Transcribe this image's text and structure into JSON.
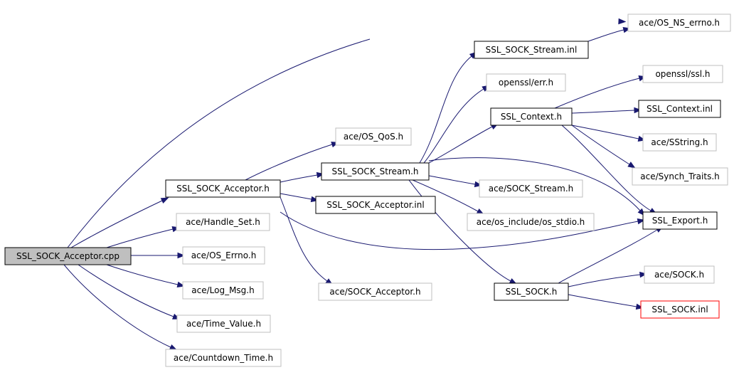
{
  "colors": {
    "edge": "#191970",
    "root_fill": "#bfbfbf",
    "border_documented": "#000000",
    "border_external": "#bfbfbf",
    "border_highlight": "#ff0000"
  },
  "nodes": [
    {
      "id": "ssl-sock-acceptor-cpp",
      "label": "SSL_SOCK_Acceptor.cpp",
      "style": "root"
    },
    {
      "id": "ace-os-ns-errno-h",
      "label": "ace/OS_NS_errno.h",
      "style": "external"
    },
    {
      "id": "ssl-sock-acceptor-h",
      "label": "SSL_SOCK_Acceptor.h",
      "style": "documented"
    },
    {
      "id": "ace-handle-set-h",
      "label": "ace/Handle_Set.h",
      "style": "external"
    },
    {
      "id": "ace-os-errno-h",
      "label": "ace/OS_Errno.h",
      "style": "external"
    },
    {
      "id": "ace-log-msg-h",
      "label": "ace/Log_Msg.h",
      "style": "external"
    },
    {
      "id": "ace-time-value-h",
      "label": "ace/Time_Value.h",
      "style": "external"
    },
    {
      "id": "ace-countdown-time-h",
      "label": "ace/Countdown_Time.h",
      "style": "external"
    },
    {
      "id": "ace-os-qos-h",
      "label": "ace/OS_QoS.h",
      "style": "external"
    },
    {
      "id": "ssl-sock-stream-h",
      "label": "SSL_SOCK_Stream.h",
      "style": "documented"
    },
    {
      "id": "ssl-sock-acceptor-inl",
      "label": "SSL_SOCK_Acceptor.inl",
      "style": "documented"
    },
    {
      "id": "ace-sock-acceptor-h",
      "label": "ace/SOCK_Acceptor.h",
      "style": "external"
    },
    {
      "id": "ssl-sock-stream-inl",
      "label": "SSL_SOCK_Stream.inl",
      "style": "documented"
    },
    {
      "id": "openssl-err-h",
      "label": "openssl/err.h",
      "style": "external"
    },
    {
      "id": "ssl-context-h",
      "label": "SSL_Context.h",
      "style": "documented"
    },
    {
      "id": "ace-sock-stream-h",
      "label": "ace/SOCK_Stream.h",
      "style": "external"
    },
    {
      "id": "ace-os-include-os-stdio-h",
      "label": "ace/os_include/os_stdio.h",
      "style": "external"
    },
    {
      "id": "ssl-sock-h",
      "label": "SSL_SOCK.h",
      "style": "documented"
    },
    {
      "id": "openssl-ssl-h",
      "label": "openssl/ssl.h",
      "style": "external"
    },
    {
      "id": "ssl-context-inl",
      "label": "SSL_Context.inl",
      "style": "documented"
    },
    {
      "id": "ace-sstring-h",
      "label": "ace/SString.h",
      "style": "external"
    },
    {
      "id": "ace-synch-traits-h",
      "label": "ace/Synch_Traits.h",
      "style": "external"
    },
    {
      "id": "ssl-export-h",
      "label": "SSL_Export.h",
      "style": "documented"
    },
    {
      "id": "ace-sock-h",
      "label": "ace/SOCK.h",
      "style": "external"
    },
    {
      "id": "ssl-sock-inl",
      "label": "SSL_SOCK.inl",
      "style": "highlight"
    }
  ],
  "edges": [
    {
      "from": "ssl-sock-acceptor-cpp",
      "to": "ace-os-ns-errno-h"
    },
    {
      "from": "ssl-sock-acceptor-cpp",
      "to": "ssl-sock-acceptor-h"
    },
    {
      "from": "ssl-sock-acceptor-cpp",
      "to": "ace-handle-set-h"
    },
    {
      "from": "ssl-sock-acceptor-cpp",
      "to": "ace-os-errno-h"
    },
    {
      "from": "ssl-sock-acceptor-cpp",
      "to": "ace-log-msg-h"
    },
    {
      "from": "ssl-sock-acceptor-cpp",
      "to": "ace-time-value-h"
    },
    {
      "from": "ssl-sock-acceptor-cpp",
      "to": "ace-countdown-time-h"
    },
    {
      "from": "ssl-sock-acceptor-h",
      "to": "ace-os-qos-h"
    },
    {
      "from": "ssl-sock-acceptor-h",
      "to": "ssl-sock-stream-h"
    },
    {
      "from": "ssl-sock-acceptor-h",
      "to": "ssl-sock-acceptor-inl"
    },
    {
      "from": "ssl-sock-acceptor-h",
      "to": "ssl-export-h"
    },
    {
      "from": "ssl-sock-acceptor-h",
      "to": "ace-sock-acceptor-h"
    },
    {
      "from": "ssl-sock-stream-h",
      "to": "ssl-sock-stream-inl"
    },
    {
      "from": "ssl-sock-stream-h",
      "to": "openssl-err-h"
    },
    {
      "from": "ssl-sock-stream-h",
      "to": "ssl-context-h"
    },
    {
      "from": "ssl-sock-stream-h",
      "to": "ssl-export-h"
    },
    {
      "from": "ssl-sock-stream-h",
      "to": "ace-sock-stream-h"
    },
    {
      "from": "ssl-sock-stream-h",
      "to": "ace-os-include-os-stdio-h"
    },
    {
      "from": "ssl-sock-stream-h",
      "to": "ssl-sock-h"
    },
    {
      "from": "ssl-sock-stream-inl",
      "to": "ace-os-ns-errno-h"
    },
    {
      "from": "ssl-context-h",
      "to": "openssl-ssl-h"
    },
    {
      "from": "ssl-context-h",
      "to": "ssl-context-inl"
    },
    {
      "from": "ssl-context-h",
      "to": "ace-sstring-h"
    },
    {
      "from": "ssl-context-h",
      "to": "ace-synch-traits-h"
    },
    {
      "from": "ssl-context-h",
      "to": "ssl-export-h"
    },
    {
      "from": "ssl-sock-h",
      "to": "ssl-export-h"
    },
    {
      "from": "ssl-sock-h",
      "to": "ace-sock-h"
    },
    {
      "from": "ssl-sock-h",
      "to": "ssl-sock-inl"
    }
  ]
}
